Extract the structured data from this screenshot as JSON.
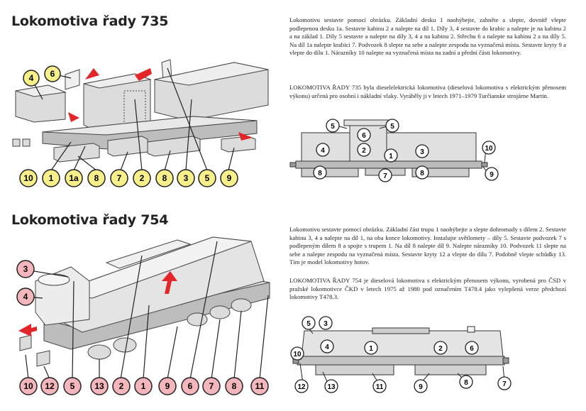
{
  "section_735": {
    "title": "Lokomotiva řady 735",
    "instructions": "Lokomotivu sestavte pomocí obrázku. Základní desku 1 naohýbejte, zahněte a slepte, dovnitř vlepte podlepenou desku 1a. Sestavte kabinu 2 a nalepte na díl 1. Díly 3, 4 sestavte do krabic a nalepte je na kabinu 2 a na základ 1. Díly 5 sestavte a nalepte na díly 3, 4 a na kabinu 2. Střechu 6 a nalepte na kabinu 2 a na díly 5. Na díl 1a nalepte krabici 7. Podvozek 8 slepte na sebe a nalepte zespodu na vyznačená místa. Sestavte kryty 9 a vlepte do dílu 1. Nárazníky 10 nalepte na vyznačená místa na zadní a přední části lokomotivy.",
    "description": "LOKOMOTIVA ŘADY 735 byla dieselelektrická lokomotiva (dieselová lokomotiva s elektrickým přenosem výkonu) určená pro osobní i nákladní vlaky. Vyráběly ji v letech 1971–1979 Turčianske strojárne Martin.",
    "exploded_labels": [
      "4",
      "6",
      "10",
      "1",
      "1a",
      "8",
      "7",
      "2",
      "8",
      "3",
      "5",
      "9"
    ],
    "side_labels": [
      "5",
      "6",
      "5",
      "4",
      "2",
      "1",
      "3",
      "8",
      "7",
      "8",
      "10",
      "9"
    ]
  },
  "section_754": {
    "title": "Lokomotiva řady 754",
    "instructions": "Lokomotivu sestavte pomocí obrázku. Základní část trupu 1 naohýbejte a slepte dohromady s dílem 2. Sestavte kabinu 3, 4 a nalepte na díl 1, na oba konce lokomotivy. Instalujte světlomety – díly 5. Sestavte podvozek 7 s podlepeným dílem 8 a spojte s trupem 1. Na díl 8 nalepte díl 9. Nalepte nárazníky 10. Podvozek 11 slepte na sebe a nalepte zespodu na vyznačená místa. Sestavte kryty 12 a vlepte do dílu 7. Podobně vlepte schůdky 13. Tím je model lokomotivy hotov.",
    "description": "LOKOMOTIVA ŘADY 754 je dieselová lokomotiva s elektrickým přenosem výkonu, vyrobená pro ČSD v pražské lokomotivce ČKD v letech 1975 až 1980 pod označením T478.4 jako vylepšená verze předchozí lokomotivy T478.3.",
    "exploded_labels": [
      "3",
      "4",
      "10",
      "12",
      "5",
      "13",
      "2",
      "1",
      "9",
      "6",
      "7",
      "8",
      "11"
    ],
    "side_labels": [
      "5",
      "3",
      "4",
      "1",
      "2",
      "6",
      "10",
      "12",
      "13",
      "11",
      "9",
      "8",
      "7"
    ]
  },
  "colors": {
    "label_yellow": "#f7ef8a",
    "label_pink": "#f4b6bd",
    "arrow_red": "#e2262a",
    "part_fill": "#dcdcdc",
    "part_stroke": "#444444"
  }
}
